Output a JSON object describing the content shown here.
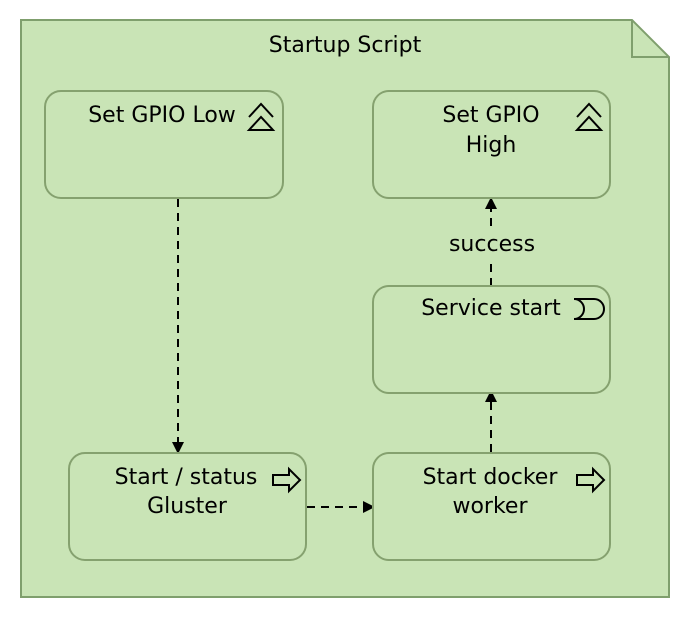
{
  "colors": {
    "fill": "#c9e4b6",
    "stroke": "#7f9f6d",
    "box_stroke": "#85a16f",
    "edge": "#000000"
  },
  "container": {
    "title": "Startup Script"
  },
  "nodes": [
    {
      "id": "set-gpio-low",
      "lines": [
        "Set GPIO Low"
      ],
      "icon": "event-chevron-icon"
    },
    {
      "id": "set-gpio-high",
      "lines": [
        "Set GPIO",
        "High"
      ],
      "icon": "event-chevron-icon"
    },
    {
      "id": "service-start",
      "lines": [
        "Service start"
      ],
      "icon": "service-icon"
    },
    {
      "id": "start-status-gluster",
      "lines": [
        "Start / status",
        "Gluster"
      ],
      "icon": "process-arrow-icon"
    },
    {
      "id": "start-docker-worker",
      "lines": [
        "Start docker",
        "worker"
      ],
      "icon": "process-arrow-icon"
    }
  ],
  "edges": [
    {
      "from": "set-gpio-low",
      "to": "start-status-gluster",
      "label": ""
    },
    {
      "from": "start-status-gluster",
      "to": "start-docker-worker",
      "label": ""
    },
    {
      "from": "start-docker-worker",
      "to": "service-start",
      "label": ""
    },
    {
      "from": "service-start",
      "to": "set-gpio-high",
      "label": "success"
    }
  ]
}
